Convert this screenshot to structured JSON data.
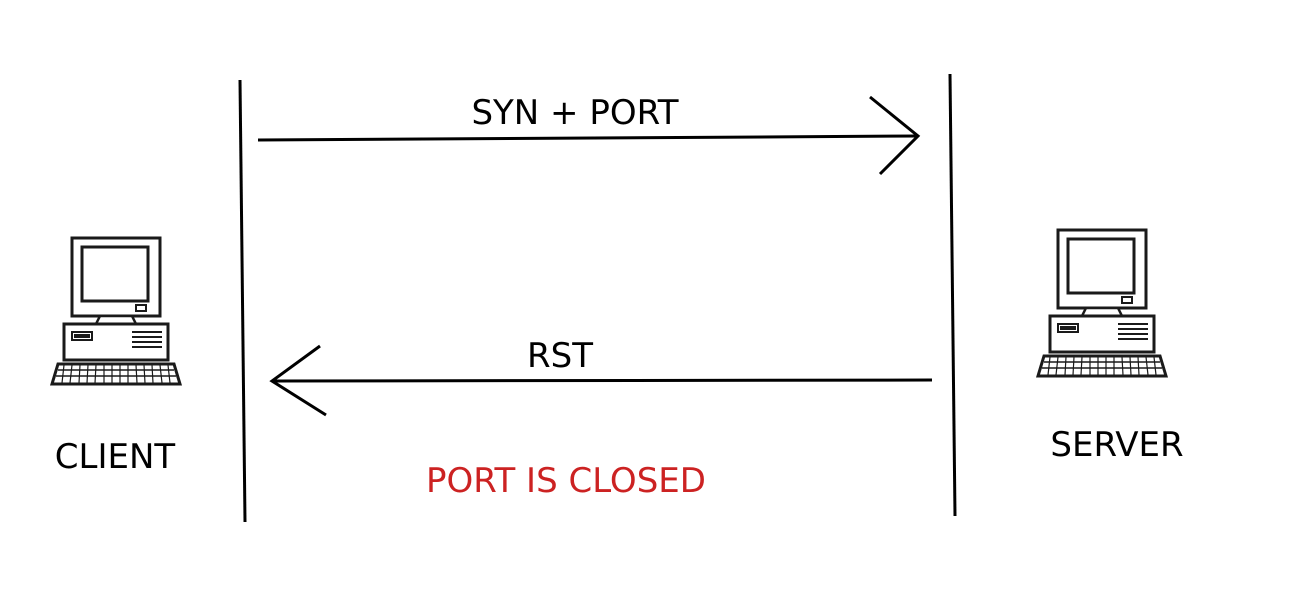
{
  "nodes": {
    "client": {
      "label": "CLIENT",
      "icon": "computer-icon"
    },
    "server": {
      "label": "SERVER",
      "icon": "computer-icon"
    }
  },
  "messages": [
    {
      "label": "SYN + PORT",
      "from": "client",
      "to": "server"
    },
    {
      "label": "RST",
      "from": "server",
      "to": "client"
    }
  ],
  "status": {
    "text": "PORT IS CLOSED",
    "color": "#cc2222"
  },
  "colors": {
    "line": "#000000",
    "icon_stroke": "#1a1a1a"
  }
}
